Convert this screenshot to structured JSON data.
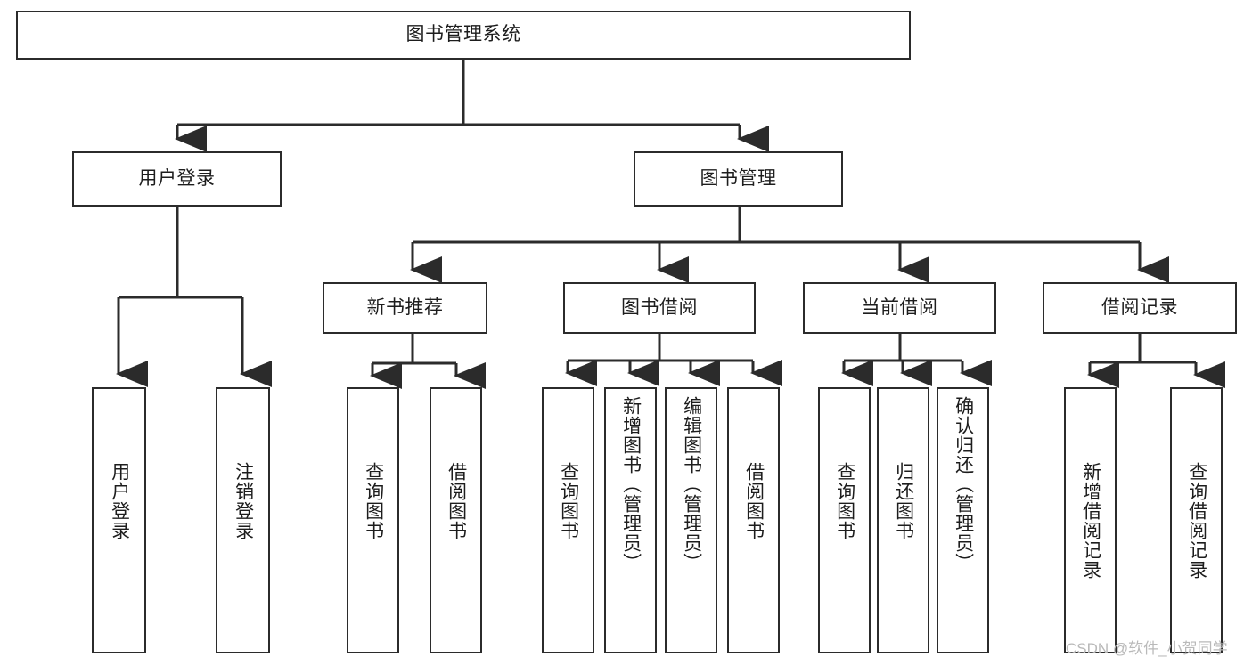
{
  "diagram": {
    "type": "tree",
    "title": "图书管理系统",
    "root": {
      "label": "图书管理系统"
    },
    "level2": [
      {
        "label": "用户登录"
      },
      {
        "label": "图书管理"
      }
    ],
    "level3": [
      {
        "label": "新书推荐"
      },
      {
        "label": "图书借阅"
      },
      {
        "label": "当前借阅"
      },
      {
        "label": "借阅记录"
      }
    ],
    "leaves": {
      "user_login": [
        {
          "label": "用户登录"
        },
        {
          "label": "注销登录"
        }
      ],
      "new_book_recommend": [
        {
          "label": "查询图书"
        },
        {
          "label": "借阅图书"
        }
      ],
      "book_borrow": [
        {
          "label": "查询图书"
        },
        {
          "label": "新增图书（管理员）"
        },
        {
          "label": "编辑图书（管理员）"
        },
        {
          "label": "借阅图书"
        }
      ],
      "current_borrow": [
        {
          "label": "查询图书"
        },
        {
          "label": "归还图书"
        },
        {
          "label": "确认归还（管理员）"
        }
      ],
      "borrow_records": [
        {
          "label": "新增借阅记录"
        },
        {
          "label": "查询借阅记录"
        }
      ]
    },
    "watermark": "CSDN @软件_小贺同学",
    "colors": {
      "border": "#2b2b2b",
      "background": "#ffffff",
      "text": "#1d1d1d",
      "watermark": "#b9b9b9"
    }
  }
}
